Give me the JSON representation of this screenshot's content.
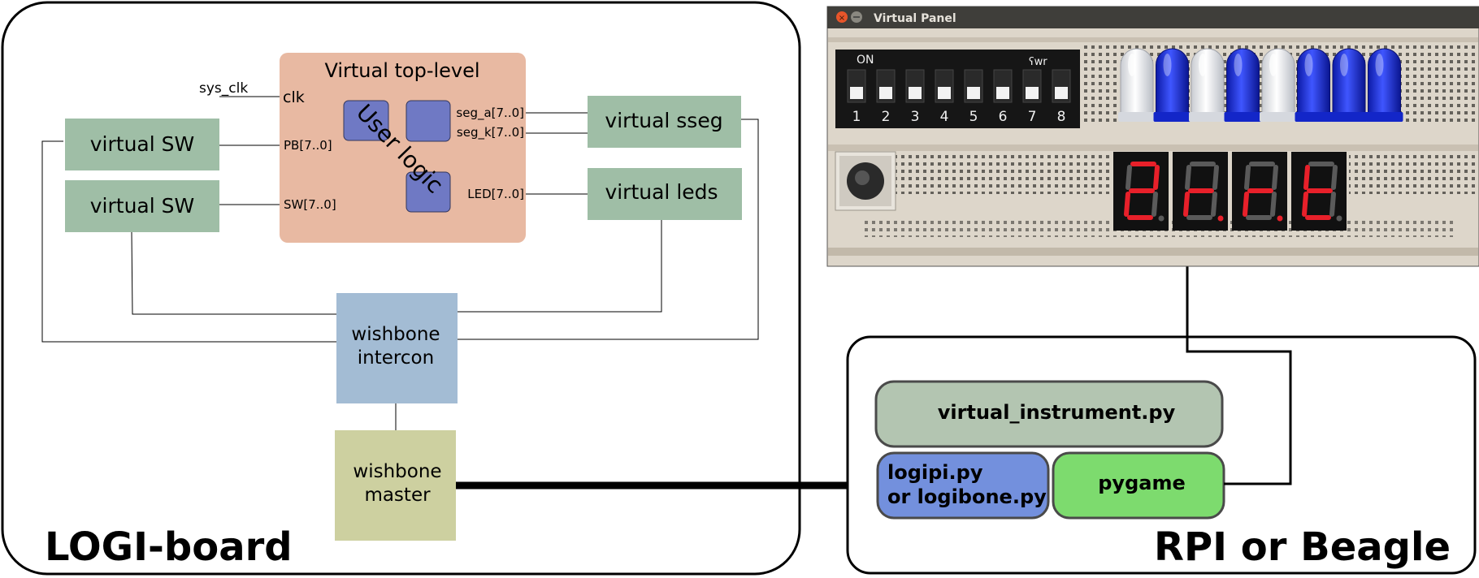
{
  "logi_board": {
    "label": "LOGI-board",
    "top_level": {
      "title": "Virtual top-level",
      "user_logic": "User logic",
      "ports": {
        "sys_clk": "sys_clk",
        "clk": "clk",
        "pb": "PB[7..0]",
        "sw": "SW[7..0]",
        "seg_a": "seg_a[7..0]",
        "seg_k": "seg_k[7..0]",
        "led": "LED[7..0]"
      }
    },
    "virtual_sw_1": "virtual SW",
    "virtual_sw_2": "virtual SW",
    "virtual_sseg": "virtual sseg",
    "virtual_leds": "virtual leds",
    "wishbone_intercon": [
      "wishbone",
      "intercon"
    ],
    "wishbone_master": [
      "wishbone",
      "master"
    ]
  },
  "rpi_board": {
    "label": "RPI or Beagle",
    "virtual_instrument": "virtual_instrument.py",
    "logipi": [
      "logipi.py",
      "or logibone.py"
    ],
    "pygame": "pygame"
  },
  "virtual_panel": {
    "window_title": "Virtual Panel",
    "dip_on_label": "ON",
    "dip_brand": "ʕwr",
    "dip_numbers": [
      "1",
      "2",
      "3",
      "4",
      "5",
      "6",
      "7",
      "8"
    ],
    "leds_on": [
      false,
      true,
      false,
      true,
      false,
      true,
      true,
      true
    ],
    "sseg_digits": [
      "2",
      "r",
      "r",
      "t"
    ]
  },
  "colors": {
    "green_block": "#9fbea6",
    "top_level_bg": "#e8b9a2",
    "user_logic_blue": "#6f79c4",
    "intercon": "#a3bcd4",
    "master": "#cdd0a0",
    "instrument": "#b3c5b1",
    "logipi": "#7390dd",
    "pygame": "#7ddb6e",
    "led_blue": "#1a2fdc",
    "sseg_red": "#e8202a"
  }
}
